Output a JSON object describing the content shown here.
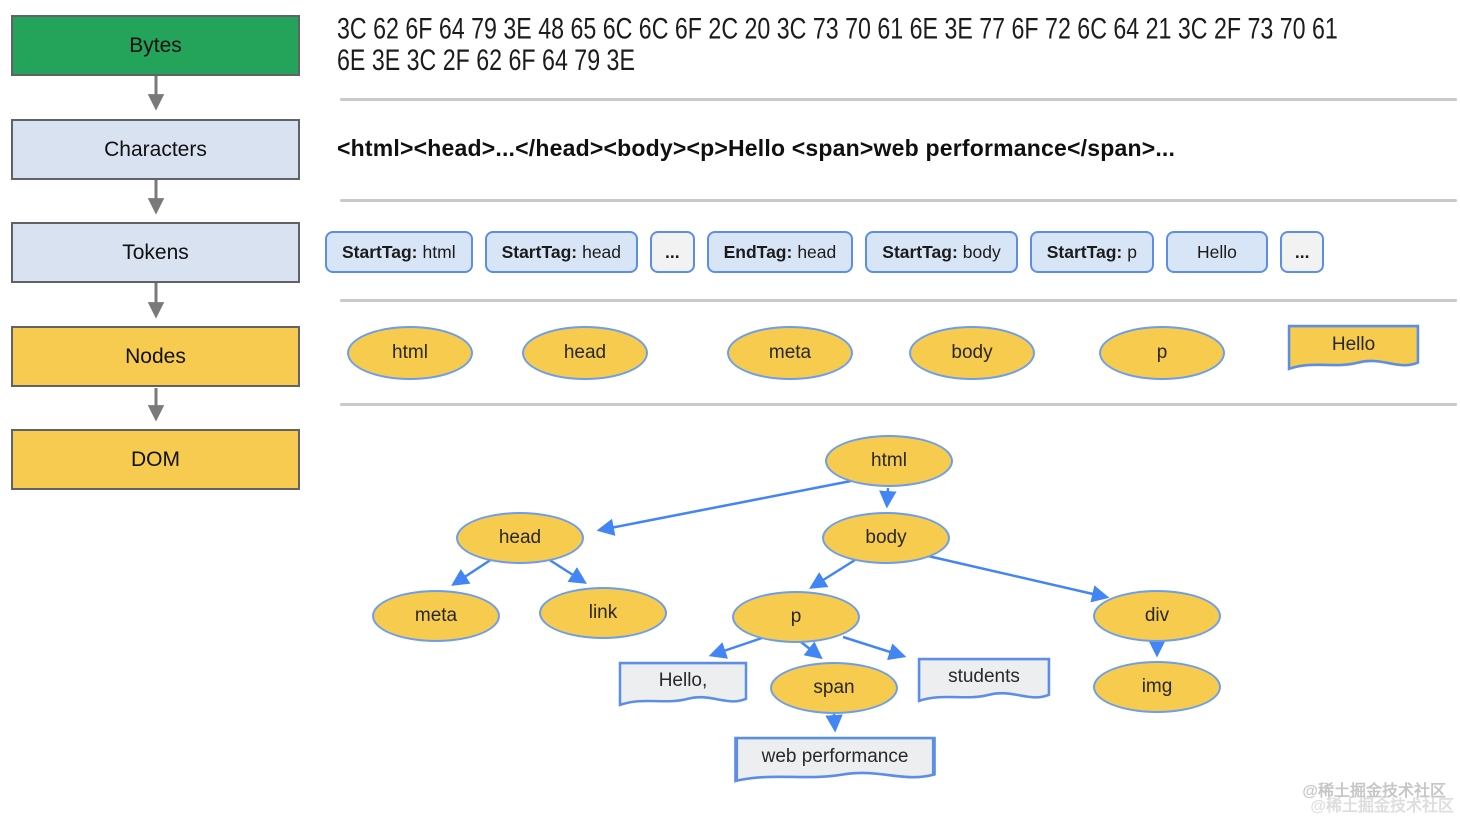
{
  "pipeline": {
    "stages": [
      {
        "label": "Bytes",
        "color": "#24a45b"
      },
      {
        "label": "Characters",
        "color": "#d8e2f0"
      },
      {
        "label": "Tokens",
        "color": "#d8e2f0"
      },
      {
        "label": "Nodes",
        "color": "#f6cb4f"
      },
      {
        "label": "DOM",
        "color": "#f6cb4f"
      }
    ]
  },
  "bytes_row": {
    "hex_line1": "3C 62 6F 64 79 3E 48 65 6C 6C 6F 2C 20 3C 73 70 61 6E 3E 77 6F 72 6C 64 21 3C 2F 73 70 61",
    "hex_line2": "6E 3E 3C 2F 62 6F 64 79 3E"
  },
  "characters_row": {
    "markup_text": "<html><head>...</head><body><p>Hello <span>web performance</span>..."
  },
  "tokens_row": {
    "items": [
      {
        "label": "StartTag:",
        "value": "html"
      },
      {
        "label": "StartTag:",
        "value": "head"
      },
      {
        "label": "",
        "value": "..."
      },
      {
        "label": "EndTag:",
        "value": "head"
      },
      {
        "label": "StartTag:",
        "value": "body"
      },
      {
        "label": "StartTag:",
        "value": "p"
      },
      {
        "label": "",
        "value": "Hello"
      },
      {
        "label": "",
        "value": "..."
      }
    ]
  },
  "nodes_row": {
    "ellipses": [
      "html",
      "head",
      "meta",
      "body",
      "p"
    ],
    "text_node": "Hello"
  },
  "dom_tree": {
    "nodes": {
      "html": "html",
      "head": "head",
      "body": "body",
      "meta": "meta",
      "link": "link",
      "p": "p",
      "div": "div",
      "span": "span",
      "img": "img",
      "text_hello": "Hello,",
      "text_students": "students",
      "text_webperf": "web performance"
    },
    "edges": [
      {
        "from": "html",
        "to": "head"
      },
      {
        "from": "html",
        "to": "body"
      },
      {
        "from": "head",
        "to": "meta"
      },
      {
        "from": "head",
        "to": "link"
      },
      {
        "from": "body",
        "to": "p"
      },
      {
        "from": "body",
        "to": "div"
      },
      {
        "from": "p",
        "to": "Hello,"
      },
      {
        "from": "p",
        "to": "span"
      },
      {
        "from": "p",
        "to": "students"
      },
      {
        "from": "span",
        "to": "web performance"
      },
      {
        "from": "div",
        "to": "img"
      }
    ]
  },
  "watermark": {
    "line1": "@稀土掘金技术社区",
    "line2": "@稀土掘金技术社区"
  },
  "colors": {
    "bytes_green": "#24a45b",
    "stage_blue": "#d8e2f0",
    "stage_yellow": "#f6cb4f",
    "token_fill": "#d8e5f6",
    "token_border": "#5c8ee6",
    "node_yellow": "#f7cb4d",
    "node_border": "#6c9eeb",
    "text_node_fill": "#edeef0",
    "edge_blue": "#4285f4",
    "divider_gray": "#c9c9c9"
  }
}
